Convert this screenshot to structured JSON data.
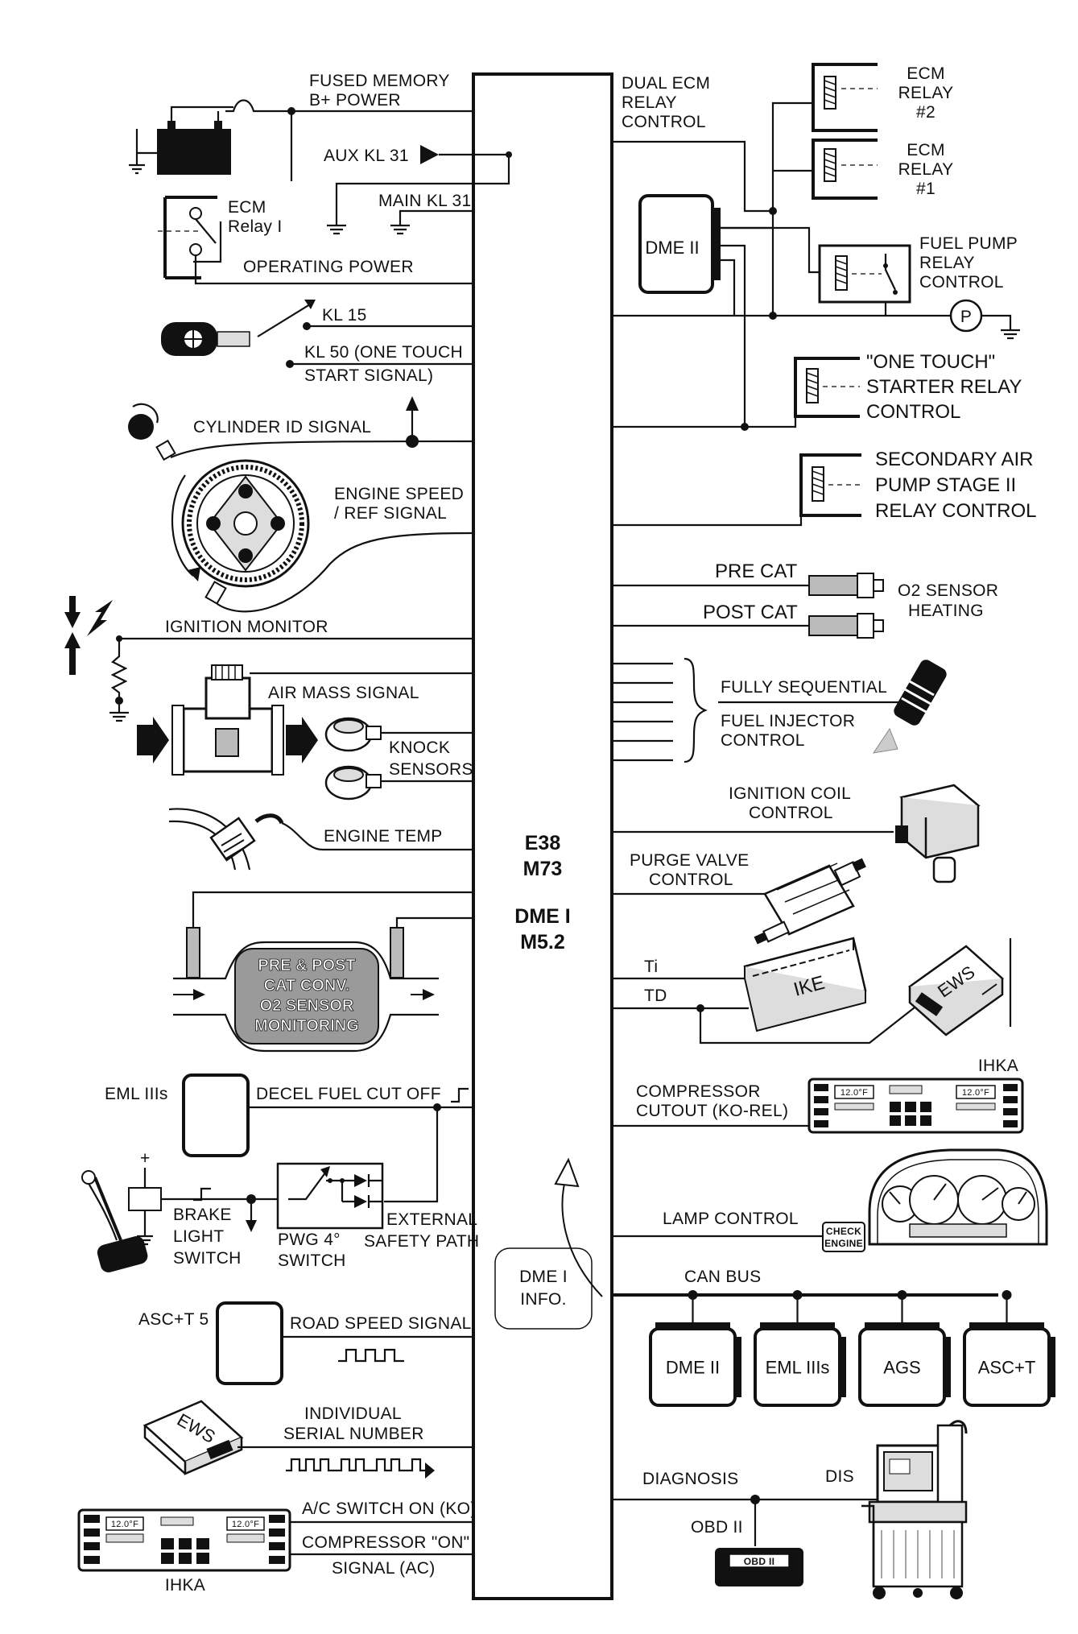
{
  "core": {
    "line1": "E38",
    "line2": "M73",
    "line3": "DME I",
    "line4": "M5.2"
  },
  "left": {
    "fused_memory_1": "FUSED MEMORY",
    "fused_memory_2": "B+ POWER",
    "aux_kl31": "AUX KL 31",
    "main_kl31": "MAIN KL 31",
    "ecm_relay_i_1": "ECM",
    "ecm_relay_i_2": "Relay I",
    "operating_power": "OPERATING POWER",
    "kl15": "KL 15",
    "kl50_1": "KL 50 (ONE TOUCH",
    "kl50_2": "START SIGNAL)",
    "cylinder_id": "CYLINDER ID SIGNAL",
    "engine_speed_1": "ENGINE SPEED",
    "engine_speed_2": "/ REF SIGNAL",
    "ignition_monitor": "IGNITION MONITOR",
    "air_mass": "AIR MASS SIGNAL",
    "knock_1": "KNOCK",
    "knock_2": "SENSORS",
    "engine_temp": "ENGINE TEMP",
    "o2mon_1": "PRE & POST",
    "o2mon_2": "CAT CONV.",
    "o2mon_3": "O2 SENSOR",
    "o2mon_4": "MONITORING",
    "eml": "EML IIIs",
    "decel": "DECEL FUEL  CUT OFF",
    "brake_1": "BRAKE",
    "brake_2": "LIGHT",
    "brake_3": "SWITCH",
    "plus": "+",
    "pwg_1": "PWG 4°",
    "pwg_2": "SWITCH",
    "ext_1": "EXTERNAL",
    "ext_2": "SAFETY PATH",
    "asct5": "ASC+T 5",
    "road_speed": "ROAD SPEED SIGNAL",
    "ews_box": "EWS",
    "serial_1": "INDIVIDUAL",
    "serial_2": "SERIAL NUMBER",
    "ac_switch": "A/C SWITCH ON (KO)",
    "comp_on_1": "COMPRESSOR \"ON\"",
    "comp_on_2": "SIGNAL (AC)",
    "ihka": "IHKA",
    "dme_info_1": "DME I",
    "dme_info_2": "INFO."
  },
  "right": {
    "dual_ecm_1": "DUAL ECM",
    "dual_ecm_2": "RELAY",
    "dual_ecm_3": "CONTROL",
    "ecm2_1": "ECM",
    "ecm2_2": "RELAY",
    "ecm2_3": "#2",
    "ecm1_1": "ECM",
    "ecm1_2": "RELAY",
    "ecm1_3": "#1",
    "dme2_box": "DME II",
    "fuel_pump_1": "FUEL PUMP",
    "fuel_pump_2": "RELAY",
    "fuel_pump_3": "CONTROL",
    "pump_p": "P",
    "one_touch_1": "\"ONE TOUCH\"",
    "one_touch_2": "STARTER RELAY",
    "one_touch_3": "CONTROL",
    "sec_air_1": "SECONDARY AIR",
    "sec_air_2": "PUMP STAGE II",
    "sec_air_3": "RELAY CONTROL",
    "pre_cat": "PRE CAT",
    "post_cat": "POST CAT",
    "o2_heat_1": "O2 SENSOR",
    "o2_heat_2": "HEATING",
    "injector_1": "FULLY SEQUENTIAL",
    "injector_2": "FUEL INJECTOR",
    "injector_3": "CONTROL",
    "coil_1": "IGNITION COIL",
    "coil_2": "CONTROL",
    "purge_1": "PURGE VALVE",
    "purge_2": "CONTROL",
    "ti": "Ti",
    "td": "TD",
    "ike": "IKE",
    "ews": "EWS",
    "compressor_1": "COMPRESSOR",
    "compressor_2": "CUTOUT (KO-REL)",
    "ihka": "IHKA",
    "lamp": "LAMP CONTROL",
    "check_1": "CHECK",
    "check_2": "ENGINE",
    "can_bus": "CAN BUS",
    "can_nodes": [
      "DME II",
      "EML IIIs",
      "AGS",
      "ASC+T"
    ],
    "diagnosis": "DIAGNOSIS",
    "dis": "DIS",
    "obd": "OBD II",
    "obd_screen": "OBD II",
    "temp_display": "12.0°F"
  }
}
